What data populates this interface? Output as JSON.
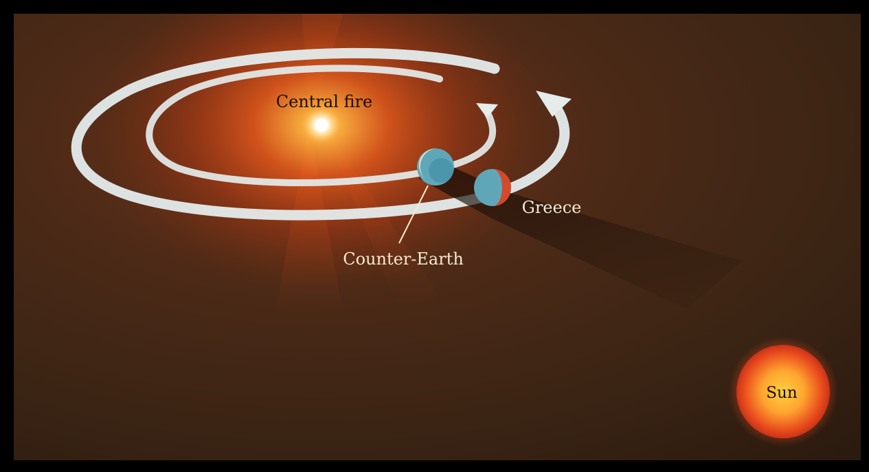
{
  "diagram": {
    "labels": {
      "central_fire": "Central fire",
      "greece": "Greece",
      "counter_earth": "Counter-Earth",
      "sun": "Sun"
    },
    "colors": {
      "frame": "#000000",
      "background": "#3a2414",
      "central_fire_glow": "#e2501a",
      "central_fire_core": "#fff6d8",
      "orbit_ring": "#e4ecec",
      "sun_outer": "#e8491c",
      "sun_inner": "#ffc43d",
      "label_on_dark": "#f4ead0",
      "label_on_fire": "#1a0d05",
      "planet_blue": "#5fa7b8",
      "planet_red": "#d6482a"
    }
  }
}
